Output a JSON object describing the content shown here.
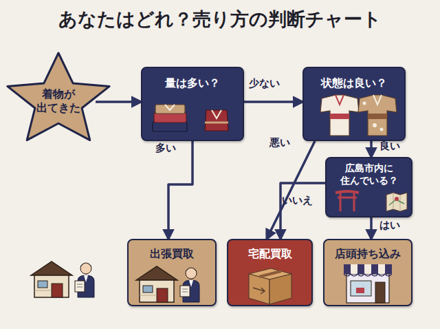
{
  "diagram": {
    "title": "あなたはどれ？売り方の判断チャート",
    "nodes": [
      {
        "text": [
          "着物が 出てきた"
        ]
      },
      {
        "text": [
          "量は多い？"
        ]
      },
      {
        "text": [
          "状態は良い？"
        ]
      },
      {
        "text": [
          "広島市内に 住んでいる？"
        ]
      },
      {
        "text": [
          "出張買取"
        ]
      },
      {
        "text": [
          "宅配買取"
        ]
      },
      {
        "text": [
          "店頭持ち込み"
        ]
      }
    ],
    "edges": [
      {
        "from": 0,
        "to": 1,
        "arrow": "to"
      },
      {
        "from": 1,
        "to": 2,
        "label": "少ない",
        "arrow": "to"
      },
      {
        "from": 1,
        "to": 4,
        "label": "多い",
        "arrow": "to"
      },
      {
        "from": 2,
        "to": 5,
        "label": "悪い",
        "arrow": "to"
      },
      {
        "from": 2,
        "to": 3,
        "label": "良い",
        "arrow": "to"
      },
      {
        "from": 3,
        "to": 5,
        "label": "いいえ",
        "arrow": "to"
      },
      {
        "from": 3,
        "to": 6,
        "label": "はい",
        "arrow": "to"
      }
    ]
  }
}
